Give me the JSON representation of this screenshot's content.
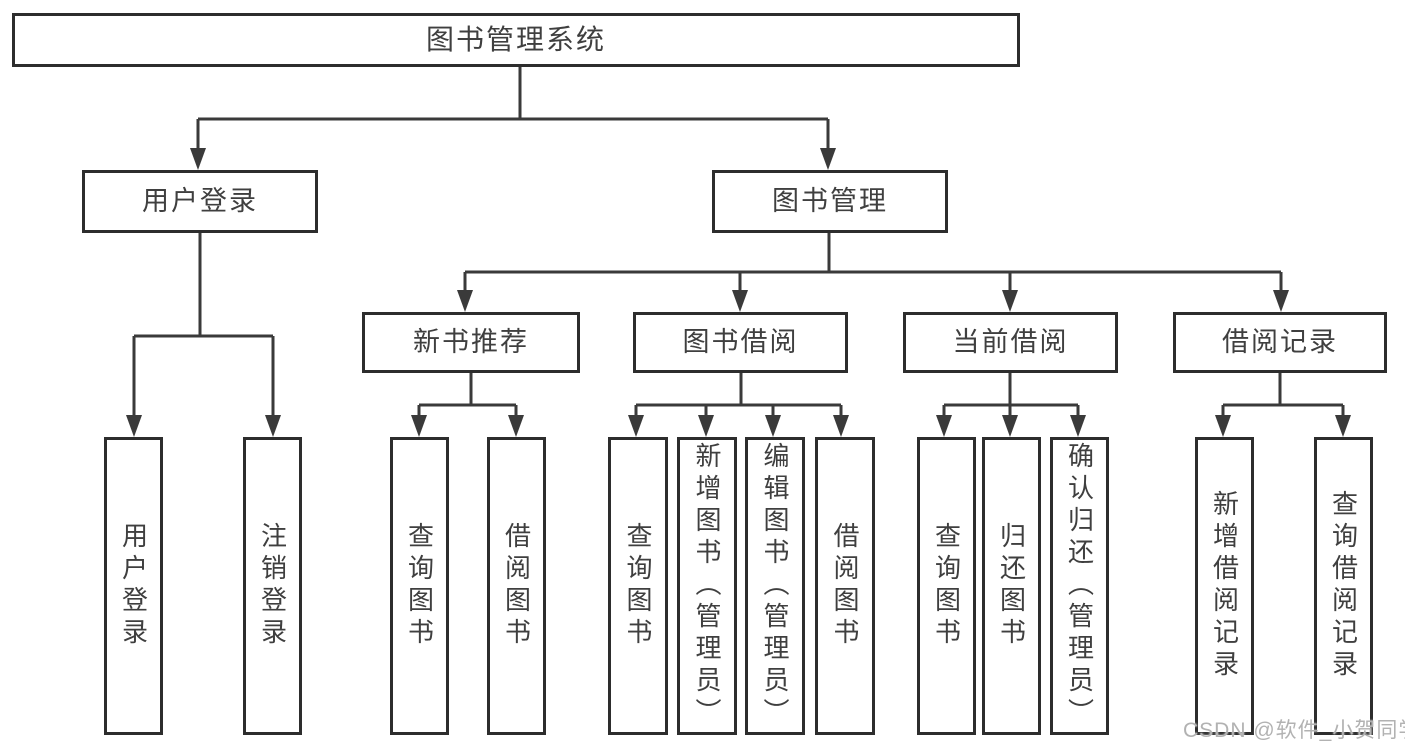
{
  "diagram": {
    "root": "图书管理系统",
    "login": {
      "label": "用户登录",
      "children": [
        "用户登录",
        "注销登录"
      ]
    },
    "mgmt": {
      "label": "图书管理",
      "sections": [
        {
          "label": "新书推荐",
          "children": [
            "查询图书",
            "借阅图书"
          ]
        },
        {
          "label": "图书借阅",
          "children": [
            "查询图书",
            "新增图书（管理员）",
            "编辑图书（管理员）",
            "借阅图书"
          ]
        },
        {
          "label": "当前借阅",
          "children": [
            "查询图书",
            "归还图书",
            "确认归还（管理员）"
          ]
        },
        {
          "label": "借阅记录",
          "children": [
            "新增借阅记录",
            "查询借阅记录"
          ]
        }
      ]
    }
  },
  "watermark": {
    "text": "CSDN @软件_小贺同学"
  },
  "colors": {
    "background": "#ffffff",
    "box_border": "#2d2d2d",
    "line": "#3a3a3a",
    "text": "#3f3f3f",
    "watermark": "#b2b2b2"
  }
}
